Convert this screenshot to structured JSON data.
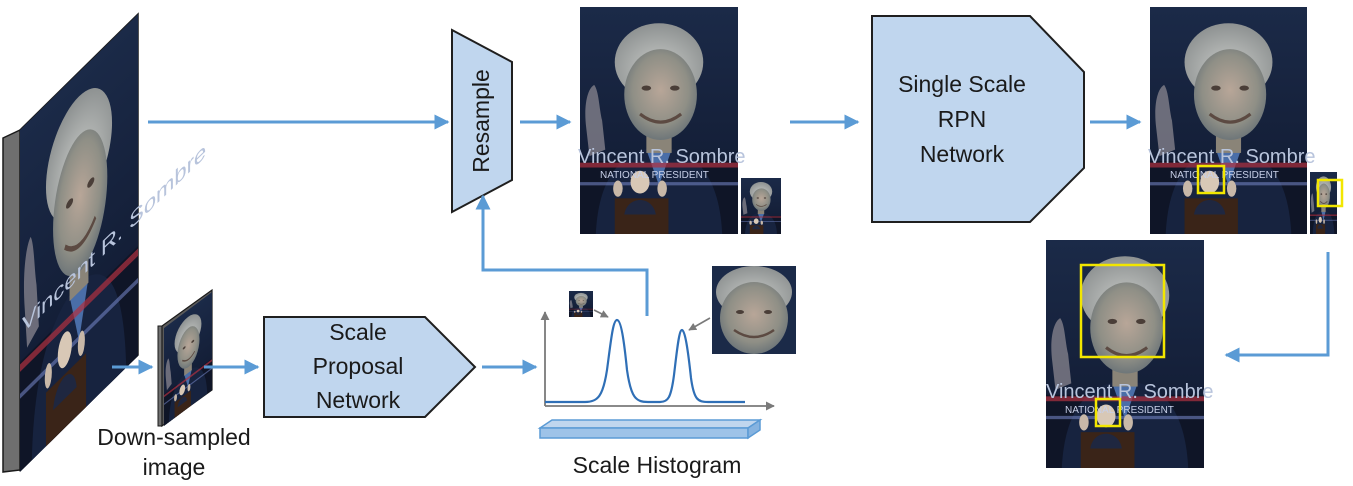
{
  "nodes": {
    "scale_proposal_network": [
      "Scale",
      "Proposal",
      "Network"
    ],
    "resample": "Resample",
    "single_scale_rpn": [
      "Single Scale",
      "RPN",
      "Network"
    ]
  },
  "labels": {
    "downsampled": [
      "Down-sampled",
      "image"
    ],
    "histogram": "Scale Histogram"
  },
  "image_overlay_text": {
    "name": "Vincent R. Sombre",
    "subtitle": "NATIONAL PRESIDENT"
  },
  "colors": {
    "box_fill": "#c0d6ee",
    "box_stroke": "#1f1f1f",
    "arrow": "#5b9bd5",
    "histogram_curve": "#2f6fb6",
    "detection_box": "#f2e600",
    "photo_bg": "#142035"
  }
}
